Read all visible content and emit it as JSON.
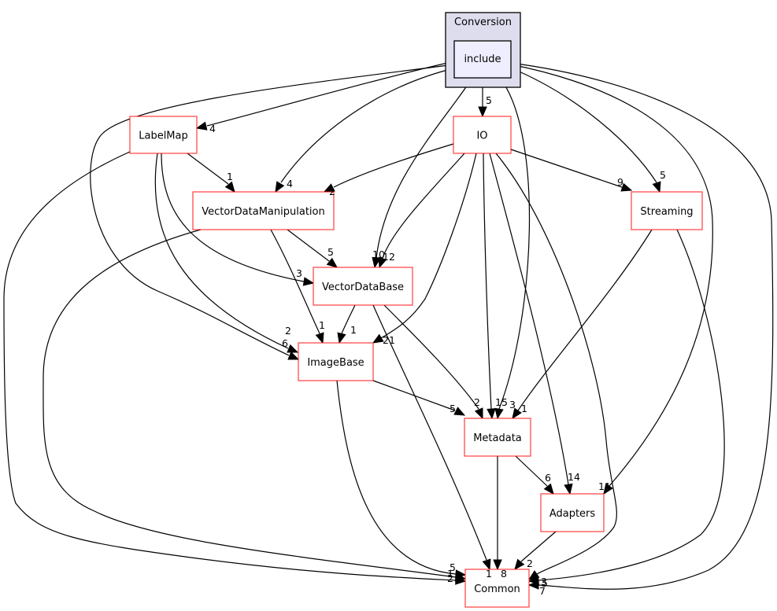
{
  "graph": {
    "type": "directory-dependency-graph",
    "cluster": {
      "id": "Conversion",
      "label": "Conversion"
    },
    "focus": {
      "id": "include",
      "label": "include"
    },
    "nodes": [
      {
        "id": "LabelMap",
        "label": "LabelMap"
      },
      {
        "id": "IO",
        "label": "IO"
      },
      {
        "id": "VectorDataManipulation",
        "label": "VectorDataManipulation"
      },
      {
        "id": "Streaming",
        "label": "Streaming"
      },
      {
        "id": "VectorDataBase",
        "label": "VectorDataBase"
      },
      {
        "id": "ImageBase",
        "label": "ImageBase"
      },
      {
        "id": "Metadata",
        "label": "Metadata"
      },
      {
        "id": "Adapters",
        "label": "Adapters"
      },
      {
        "id": "Common",
        "label": "Common"
      }
    ],
    "edges": [
      {
        "from": "include",
        "to": "LabelMap",
        "label": "4"
      },
      {
        "from": "include",
        "to": "IO",
        "label": "5"
      },
      {
        "from": "include",
        "to": "VectorDataManipulation",
        "label": "4"
      },
      {
        "from": "include",
        "to": "Streaming",
        "label": "5"
      },
      {
        "from": "include",
        "to": "VectorDataBase",
        "label": "10"
      },
      {
        "from": "include",
        "to": "ImageBase",
        "label": "6"
      },
      {
        "from": "include",
        "to": "Metadata",
        "label": "3"
      },
      {
        "from": "include",
        "to": "Adapters",
        "label": "11"
      },
      {
        "from": "include",
        "to": "Common",
        "label": "7"
      },
      {
        "from": "LabelMap",
        "to": "VectorDataManipulation",
        "label": "1"
      },
      {
        "from": "LabelMap",
        "to": "VectorDataBase",
        "label": "3"
      },
      {
        "from": "LabelMap",
        "to": "ImageBase",
        "label": "2"
      },
      {
        "from": "LabelMap",
        "to": "Common",
        "label": "2"
      },
      {
        "from": "IO",
        "to": "VectorDataManipulation",
        "label": "2"
      },
      {
        "from": "IO",
        "to": "Streaming",
        "label": "9"
      },
      {
        "from": "IO",
        "to": "VectorDataBase",
        "label": "12"
      },
      {
        "from": "IO",
        "to": "ImageBase",
        "label": "21"
      },
      {
        "from": "IO",
        "to": "Metadata",
        "label": "15"
      },
      {
        "from": "IO",
        "to": "Adapters",
        "label": "14"
      },
      {
        "from": "IO",
        "to": "Common",
        "label": "3"
      },
      {
        "from": "VectorDataManipulation",
        "to": "VectorDataBase",
        "label": "5"
      },
      {
        "from": "VectorDataManipulation",
        "to": "ImageBase",
        "label": "1"
      },
      {
        "from": "VectorDataManipulation",
        "to": "Common",
        "label": "1"
      },
      {
        "from": "Streaming",
        "to": "Metadata",
        "label": "1"
      },
      {
        "from": "Streaming",
        "to": "Common",
        "label": "5"
      },
      {
        "from": "VectorDataBase",
        "to": "ImageBase",
        "label": "1"
      },
      {
        "from": "VectorDataBase",
        "to": "Metadata",
        "label": "2"
      },
      {
        "from": "VectorDataBase",
        "to": "Common",
        "label": "1"
      },
      {
        "from": "ImageBase",
        "to": "Metadata",
        "label": "5"
      },
      {
        "from": "ImageBase",
        "to": "Common",
        "label": "5"
      },
      {
        "from": "Metadata",
        "to": "Adapters",
        "label": "6"
      },
      {
        "from": "Metadata",
        "to": "Common",
        "label": "8"
      },
      {
        "from": "Adapters",
        "to": "Common",
        "label": "2"
      }
    ]
  }
}
